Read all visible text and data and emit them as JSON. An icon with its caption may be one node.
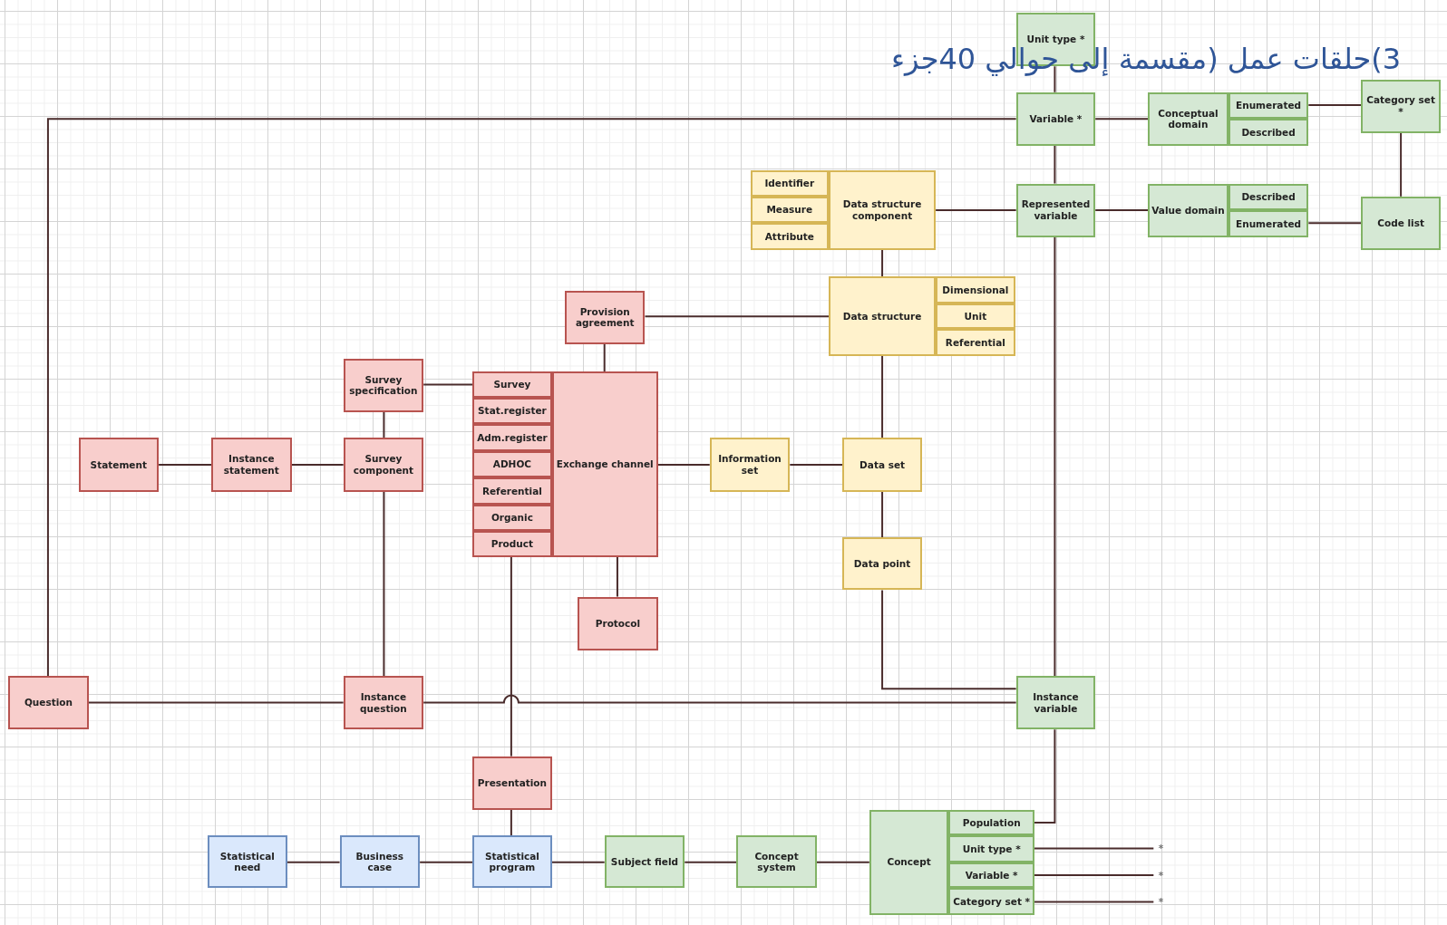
{
  "diagram": {
    "title": "3)حلقات عمل (مقسمة إلى حوالي 40جزء",
    "nodes": [
      {
        "text": [
          "Unit type *"
        ]
      },
      {
        "text": [
          "Variable *"
        ]
      },
      {
        "text": [
          "Conceptual domain"
        ]
      },
      {
        "text": [
          "Enumerated"
        ]
      },
      {
        "text": [
          "Described"
        ]
      },
      {
        "text": [
          "Category set *"
        ]
      },
      {
        "text": [
          "Identifier"
        ]
      },
      {
        "text": [
          "Measure"
        ]
      },
      {
        "text": [
          "Attribute"
        ]
      },
      {
        "text": [
          "Data structure component"
        ]
      },
      {
        "text": [
          "Represented variable"
        ]
      },
      {
        "text": [
          "Value domain"
        ]
      },
      {
        "text": [
          "Described"
        ]
      },
      {
        "text": [
          "Enumerated"
        ]
      },
      {
        "text": [
          "Code list"
        ]
      },
      {
        "text": [
          "Provision agreement"
        ]
      },
      {
        "text": [
          "Data structure"
        ]
      },
      {
        "text": [
          "Dimensional"
        ]
      },
      {
        "text": [
          "Unit"
        ]
      },
      {
        "text": [
          "Referential"
        ]
      },
      {
        "text": [
          "Survey specification"
        ]
      },
      {
        "text": [
          "Survey"
        ]
      },
      {
        "text": [
          "Stat.register"
        ]
      },
      {
        "text": [
          "Adm.register"
        ]
      },
      {
        "text": [
          "ADHOC"
        ]
      },
      {
        "text": [
          "Referential"
        ]
      },
      {
        "text": [
          "Organic"
        ]
      },
      {
        "text": [
          "Product"
        ]
      },
      {
        "text": [
          "Exchange channel"
        ]
      },
      {
        "text": [
          "Statement"
        ]
      },
      {
        "text": [
          "Instance statement"
        ]
      },
      {
        "text": [
          "Survey component"
        ]
      },
      {
        "text": [
          "Information set"
        ]
      },
      {
        "text": [
          "Data set"
        ]
      },
      {
        "text": [
          "Data point"
        ]
      },
      {
        "text": [
          "Protocol"
        ]
      },
      {
        "text": [
          "Question"
        ]
      },
      {
        "text": [
          "Instance question"
        ]
      },
      {
        "text": [
          "Instance variable"
        ]
      },
      {
        "text": [
          "Presentation"
        ]
      },
      {
        "text": [
          "Statistical need"
        ]
      },
      {
        "text": [
          "Business case"
        ]
      },
      {
        "text": [
          "Statistical program"
        ]
      },
      {
        "text": [
          "Subject field"
        ]
      },
      {
        "text": [
          "Concept system"
        ]
      },
      {
        "text": [
          "Concept"
        ]
      },
      {
        "text": [
          "Population"
        ]
      },
      {
        "text": [
          "Unit type *"
        ]
      },
      {
        "text": [
          "Variable *"
        ]
      },
      {
        "text": [
          "Category set *"
        ]
      },
      {
        "text": [
          "*"
        ]
      },
      {
        "text": [
          "*"
        ]
      },
      {
        "text": [
          "*"
        ]
      }
    ],
    "edges": [
      {
        "from": 0,
        "to": 1,
        "arrow": "none"
      },
      {
        "from": 36,
        "to": 1,
        "arrow": "none"
      },
      {
        "from": 1,
        "to": 2,
        "arrow": "none"
      },
      {
        "from": 3,
        "to": 5,
        "arrow": "none"
      },
      {
        "from": 5,
        "to": 14,
        "arrow": "none"
      },
      {
        "from": 1,
        "to": 10,
        "arrow": "none"
      },
      {
        "from": 9,
        "to": 10,
        "arrow": "none"
      },
      {
        "from": 10,
        "to": 11,
        "arrow": "none"
      },
      {
        "from": 13,
        "to": 14,
        "arrow": "none"
      },
      {
        "from": 10,
        "to": 38,
        "arrow": "none"
      },
      {
        "from": 9,
        "to": 16,
        "arrow": "none"
      },
      {
        "from": 15,
        "to": 16,
        "arrow": "none"
      },
      {
        "from": 15,
        "to": 28,
        "arrow": "none"
      },
      {
        "from": 20,
        "to": 21,
        "arrow": "none"
      },
      {
        "from": 20,
        "to": 31,
        "arrow": "none"
      },
      {
        "from": 29,
        "to": 30,
        "arrow": "none"
      },
      {
        "from": 30,
        "to": 31,
        "arrow": "none"
      },
      {
        "from": 31,
        "to": 37,
        "arrow": "none"
      },
      {
        "from": 28,
        "to": 32,
        "arrow": "none"
      },
      {
        "from": 32,
        "to": 33,
        "arrow": "none"
      },
      {
        "from": 16,
        "to": 33,
        "arrow": "none"
      },
      {
        "from": 33,
        "to": 34,
        "arrow": "none"
      },
      {
        "from": 34,
        "to": 38,
        "arrow": "none"
      },
      {
        "from": 28,
        "to": 35,
        "arrow": "none"
      },
      {
        "from": 36,
        "to": 37,
        "arrow": "none"
      },
      {
        "from": 37,
        "to": 38,
        "arrow": "none"
      },
      {
        "from": 27,
        "to": 39,
        "arrow": "none"
      },
      {
        "from": 39,
        "to": 42,
        "arrow": "none"
      },
      {
        "from": 40,
        "to": 41,
        "arrow": "none"
      },
      {
        "from": 41,
        "to": 42,
        "arrow": "none"
      },
      {
        "from": 42,
        "to": 43,
        "arrow": "none"
      },
      {
        "from": 43,
        "to": 44,
        "arrow": "none"
      },
      {
        "from": 44,
        "to": 45,
        "arrow": "none"
      },
      {
        "from": 38,
        "to": 46,
        "arrow": "none"
      },
      {
        "from": 47,
        "to": 50,
        "arrow": "none"
      },
      {
        "from": 48,
        "to": 51,
        "arrow": "none"
      },
      {
        "from": 49,
        "to": 52,
        "arrow": "none"
      }
    ]
  }
}
